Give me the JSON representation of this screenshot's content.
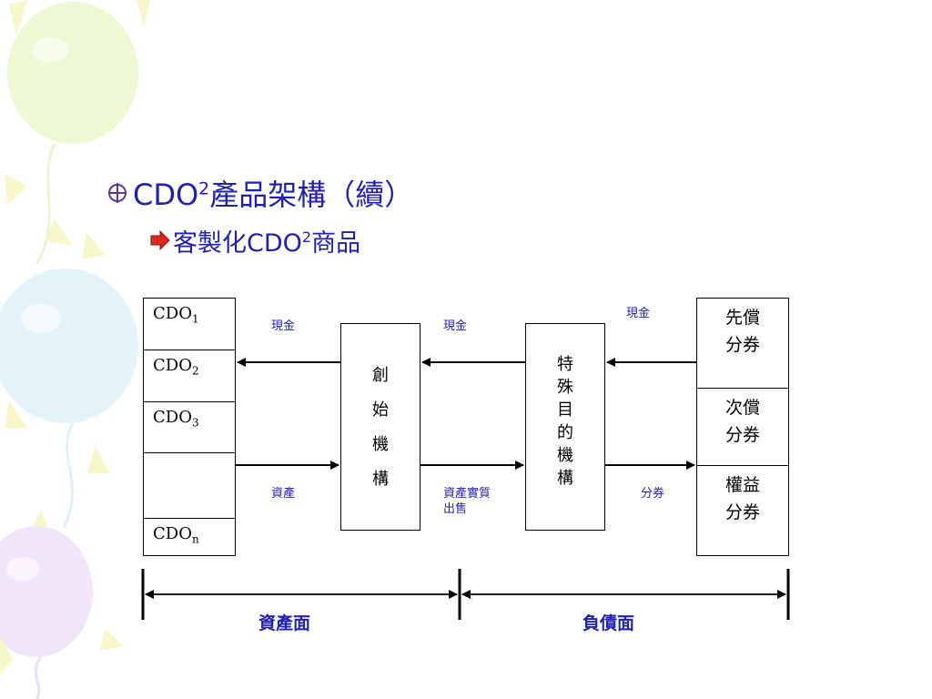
{
  "slide": {
    "bullet1": {
      "pre": "CDO",
      "sup": "2",
      "post": "產品架構（續）"
    },
    "bullet2": {
      "pre": "客製化CDO",
      "sup": "2",
      "post": "商品"
    }
  },
  "diagram": {
    "cdo_cells": [
      {
        "base": "CDO",
        "sub": "1"
      },
      {
        "base": "CDO",
        "sub": "2"
      },
      {
        "base": "CDO",
        "sub": "3"
      },
      {
        "base": "",
        "sub": ""
      },
      {
        "base": "CDO",
        "sub": "n"
      }
    ],
    "originator": [
      "創",
      "始",
      "機",
      "構"
    ],
    "spv": [
      "特",
      "殊",
      "目",
      "的",
      "機",
      "構"
    ],
    "tranches": [
      {
        "line1": "先償",
        "line2": "分券"
      },
      {
        "line1": "次償",
        "line2": "分券"
      },
      {
        "line1": "權益",
        "line2": "分券"
      }
    ],
    "labels": {
      "cash_left": "現金",
      "cash_mid": "現金",
      "cash_right": "現金",
      "assets_left": "資產",
      "assets_mid_1": "資產實質",
      "assets_mid_2": "出售",
      "tranche_label": "分券"
    },
    "sides": {
      "asset_side": "資產面",
      "liability_side": "負債面"
    }
  },
  "colors": {
    "text_blue": "#1f1fb0",
    "line": "#000000"
  }
}
